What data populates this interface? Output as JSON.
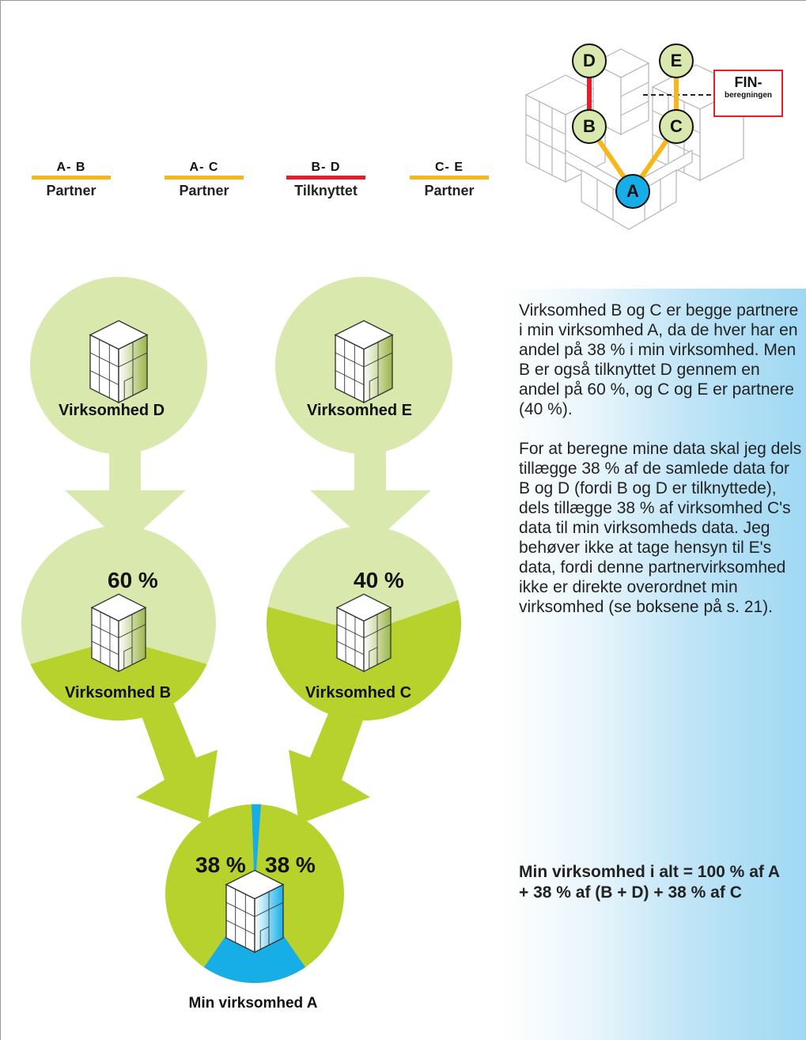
{
  "legend": [
    {
      "code": "A- B",
      "label": "Partner",
      "color": "#f5b81c"
    },
    {
      "code": "A- C",
      "label": "Partner",
      "color": "#f5b81c"
    },
    {
      "code": "B- D",
      "label": "Tilknyttet",
      "color": "#e0212a"
    },
    {
      "code": "C- E",
      "label": "Partner",
      "color": "#f5b81c"
    }
  ],
  "network": {
    "nodes": {
      "A": "A",
      "B": "B",
      "C": "C",
      "D": "D",
      "E": "E"
    },
    "fin_title": "FIN-",
    "fin_sub": "beregningen"
  },
  "diagram": {
    "d_label": "Virksomhed  D",
    "e_label": "Virksomhed  E",
    "b_label": "Virksomhed B",
    "c_label": "Virksomhed  C",
    "b_pct": "60 %",
    "c_pct": "40 %",
    "a_left_pct": "38 %",
    "a_right_pct": "38 %",
    "caption": "Min virksomhed A"
  },
  "text": {
    "para1": "Virksomhed B og C er begge partnere i min virksomhed A, da de hver har en andel på 38 % i min virksomhed. Men B er også tilknyttet D gennem en andel på 60 %, og C og E er partnere (40 %).",
    "para2": "For at beregne mine data skal jeg dels tillægge 38 % af de samlede data for B og D (fordi B og D er tilknyttede), dels tillægge 38 % af virksomhed C's data til min virksomheds data. Jeg behøver ikke at tage hensyn til E's data, fordi denne partnervirksomhed ikke er direkte overordnet min virksomhed (se boksene på s. 21).",
    "summary": "Min virksomhed i alt = 100 % af A + 38 % af (B + D) + 38 % af C"
  },
  "colors": {
    "light_green": "#d9e8ad",
    "green": "#b7d22c",
    "blue": "#17aee8",
    "yellow": "#f5b81c",
    "red": "#e0212a"
  }
}
